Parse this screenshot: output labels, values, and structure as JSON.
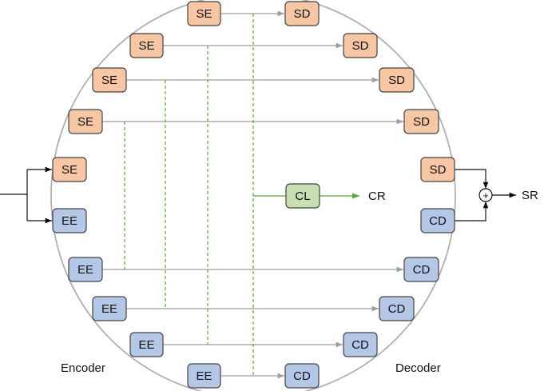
{
  "colors": {
    "shallow_fill": "#f7c6a3",
    "deep_fill": "#b4c7e7",
    "classifier_fill": "#c6e0b4",
    "circle_stroke": "#b0b0b0",
    "gray_arrow": "#9e9e9e",
    "green_connection": "#58a83a",
    "black_arrow": "#111111"
  },
  "section_labels": {
    "encoder": "Encoder",
    "decoder": "Decoder"
  },
  "nodes": {
    "se_1": "SE",
    "se_2": "SE",
    "se_3": "SE",
    "se_4": "SE",
    "se_5": "SE",
    "ee_1": "EE",
    "ee_2": "EE",
    "ee_3": "EE",
    "ee_4": "EE",
    "ee_5": "EE",
    "sd_1": "SD",
    "sd_2": "SD",
    "sd_3": "SD",
    "sd_4": "SD",
    "sd_5": "SD",
    "cd_1": "CD",
    "cd_2": "CD",
    "cd_3": "CD",
    "cd_4": "CD",
    "cd_5": "CD",
    "cl": "CL"
  },
  "outputs": {
    "cr": "CR",
    "sr": "SR",
    "sum_symbol": "+"
  }
}
